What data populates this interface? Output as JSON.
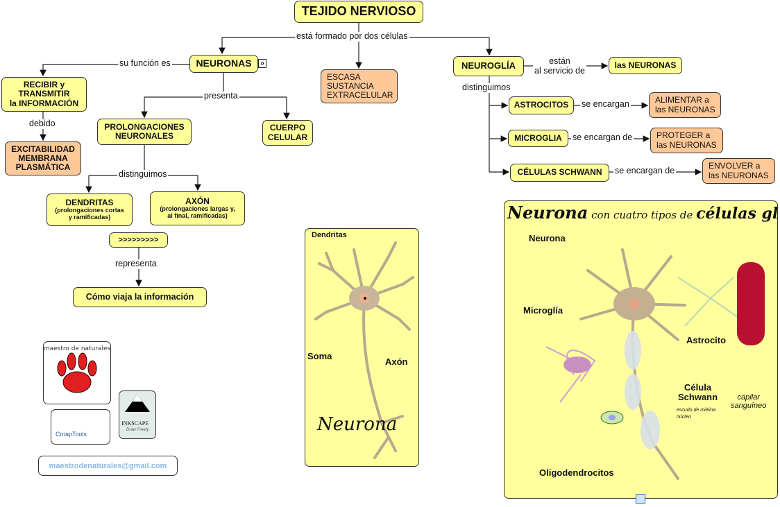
{
  "title": "TEJIDO NERVIOSO",
  "links": {
    "formado": "está formado por dos células",
    "funcion": "su función es",
    "debido": "debido",
    "presenta": "presenta",
    "distinguimos": "distinguimos",
    "representa": "representa",
    "servicio": "están\nal servicio de",
    "distinguimos2": "distinguimos",
    "encargan1": "se encargan",
    "encargan2": "se encargan de",
    "encargan3": "se encargan de"
  },
  "nodes": {
    "neuronas": "NEURONAS",
    "recibir": "RECIBIR y\nTRANSMITIR\nla INFORMACIÓN",
    "excitabilidad": "EXCITABILIDAD\nMEMBRANA\nPLASMÁTICA",
    "escasa": "ESCASA\nSUSTANCIA\nEXTRACELULAR",
    "prolongaciones": "PROLONGACIONES\nNEURONALES",
    "cuerpo": "CUERPO\nCELULAR",
    "dendritas": "DENDRITAS",
    "dendritas_sub": "(prolongaciones cortas\ny ramificadas)",
    "axon": "AXÓN",
    "axon_sub": "(prolongaciones largas y,\nal final, ramificadas)",
    "arrows": ">>>>>>>>>",
    "como": "Cómo viaja la información",
    "neuroglia": "NEUROGLÍA",
    "las_neuronas": "las NEURONAS",
    "astrocitos": "ASTROCITOS",
    "microglia": "MICROGLIA",
    "schwann": "CÉLULAS SCHWANN",
    "alimentar": "ALIMENTAR a\nlas NEURONAS",
    "proteger": "PROTEGER a\nlas NEURONAS",
    "envolver": "ENVOLVER a\nlas NEURONAS"
  },
  "logos": {
    "maestro": "Maestro de naturales",
    "cmap": "CmapTools",
    "inkscape": "INKSCAPE",
    "inkscape_sub": "Draw Freely",
    "email": "maestrodenaturales@gmail.com"
  },
  "neurona_panel": {
    "dendritas": "Dendritas",
    "soma": "Soma",
    "axon": "Axón",
    "title": "Neurona"
  },
  "glia_panel": {
    "title_a": "Neurona",
    "title_b": " con cuatro tipos de ",
    "title_c": "células glías",
    "neurona": "Neurona",
    "microglia": "Microglía",
    "astrocito": "Astrocito",
    "schwann": "Célula\nSchwann",
    "mielina": "escudo de mielina",
    "nucleo": "núcleo",
    "capilar": "capilar\nsanguíneo",
    "oligo": "Oligodendrocitos"
  },
  "colors": {
    "concept": "#ffff99",
    "result": "#ffc898",
    "panel": "#ffff9e",
    "email": "#8ab8e8"
  }
}
